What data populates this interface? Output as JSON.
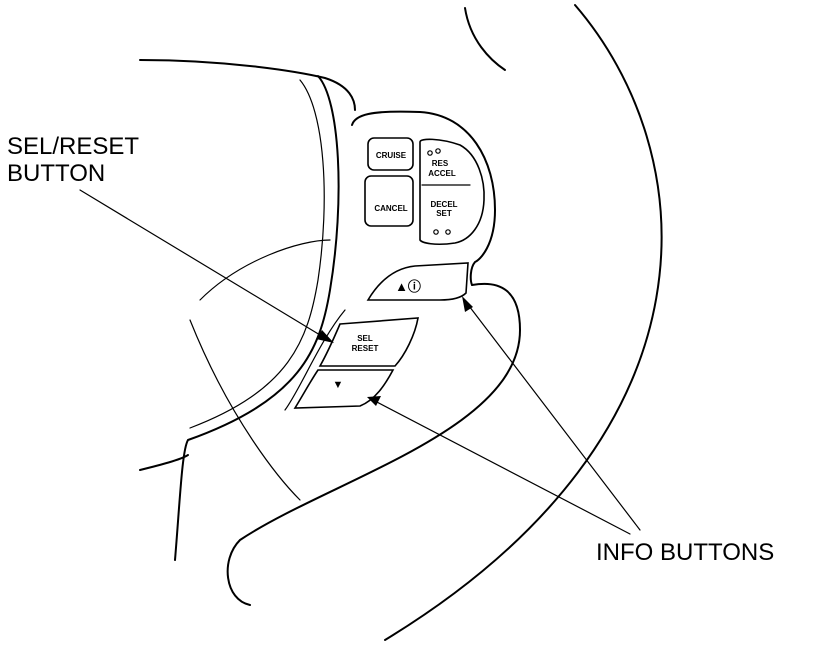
{
  "callouts": {
    "sel_reset": [
      "SEL/RESET",
      "BUTTON"
    ],
    "info": "INFO BUTTONS"
  },
  "buttons": {
    "cruise": "CRUISE",
    "cancel": "CANCEL",
    "res_accel": [
      "RES",
      "ACCEL"
    ],
    "decel_set": [
      "DECEL",
      "SET"
    ],
    "info_up": "▲ⓘ",
    "sel_reset": [
      "SEL",
      "RESET"
    ],
    "info_down": "▼"
  },
  "colors": {
    "ink": "#000000",
    "paper": "#ffffff"
  }
}
